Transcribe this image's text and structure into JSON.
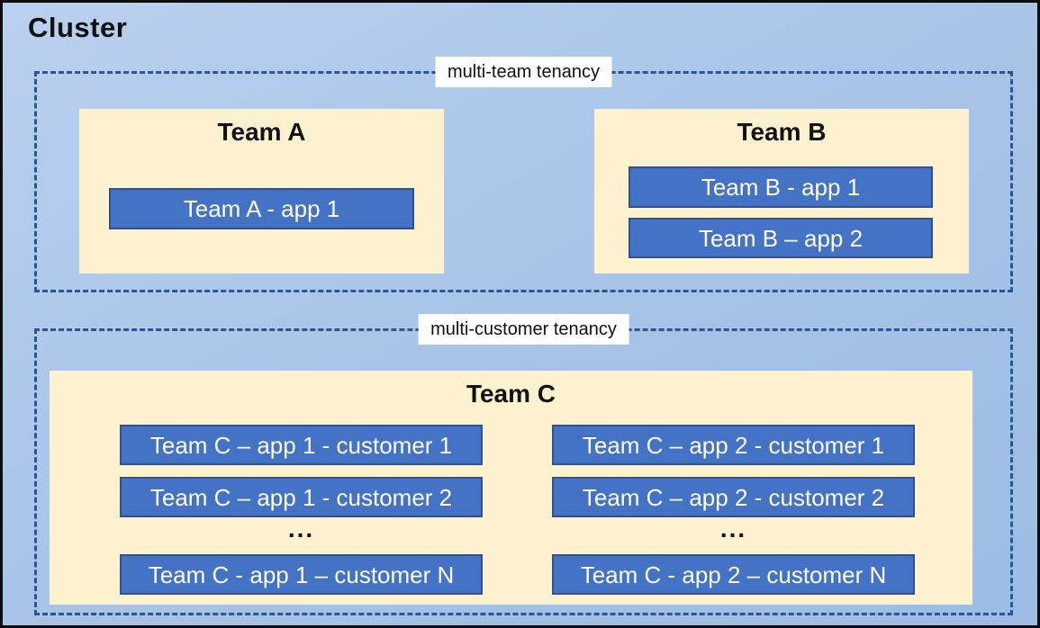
{
  "cluster": {
    "title": "Cluster"
  },
  "sections": [
    {
      "label": "multi-team tenancy",
      "teams": [
        {
          "name": "Team A",
          "apps": [
            "Team A - app 1"
          ]
        },
        {
          "name": "Team B",
          "apps": [
            "Team B - app 1",
            "Team B – app 2"
          ]
        }
      ]
    },
    {
      "label": "multi-customer tenancy",
      "teams": [
        {
          "name": "Team C",
          "columns": [
            {
              "rows": [
                "Team C – app 1 - customer 1",
                "Team C – app 1 - customer 2"
              ],
              "ellipsis": "...",
              "last_row": "Team C - app 1 – customer N"
            },
            {
              "rows": [
                "Team C – app 2 - customer 1",
                "Team C – app 2 - customer 2"
              ],
              "ellipsis": "...",
              "last_row": "Team C - app 2 – customer N"
            }
          ]
        }
      ]
    }
  ],
  "colors": {
    "canvas_background": "#A9C5E8",
    "panel_background": "#FDF1CF",
    "app_fill": "#4472C4",
    "app_border": "#2F528F",
    "dashed_border": "#2F5496",
    "outer_border": "#0C0C0C",
    "app_text": "#FFFFFF",
    "title_text": "#111111"
  }
}
